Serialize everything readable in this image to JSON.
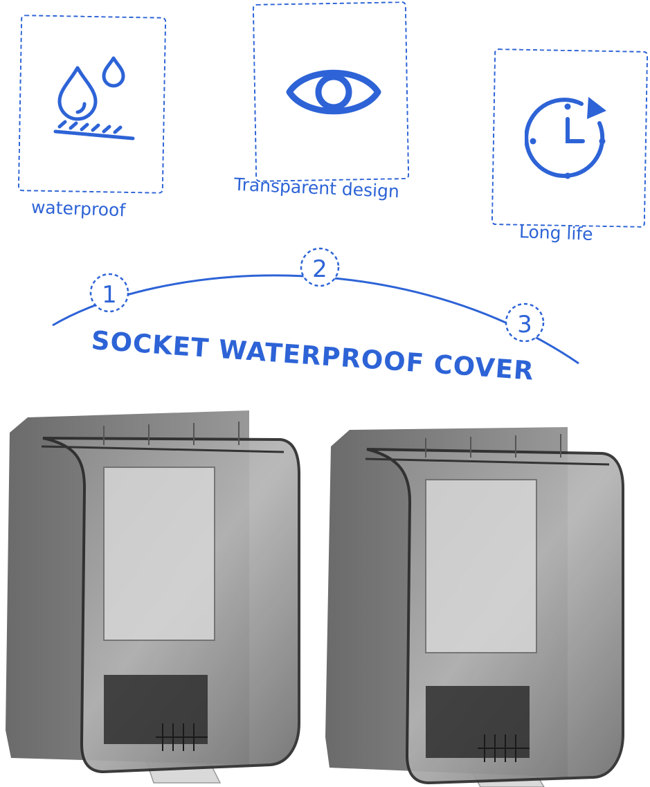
{
  "features": [
    {
      "label": "waterproof",
      "icon": "water-drops-icon"
    },
    {
      "label": "Transparent design",
      "icon": "eye-icon"
    },
    {
      "label": "Long life",
      "icon": "clock-icon"
    }
  ],
  "steps": [
    "1",
    "2",
    "3"
  ],
  "headline": "SOCKET WATERPROOF COVER",
  "colors": {
    "accent": "#2d63d6",
    "cover_smoke": "#6b6b6b"
  },
  "product": {
    "image": "two-socket-covers-image",
    "count": 2
  }
}
